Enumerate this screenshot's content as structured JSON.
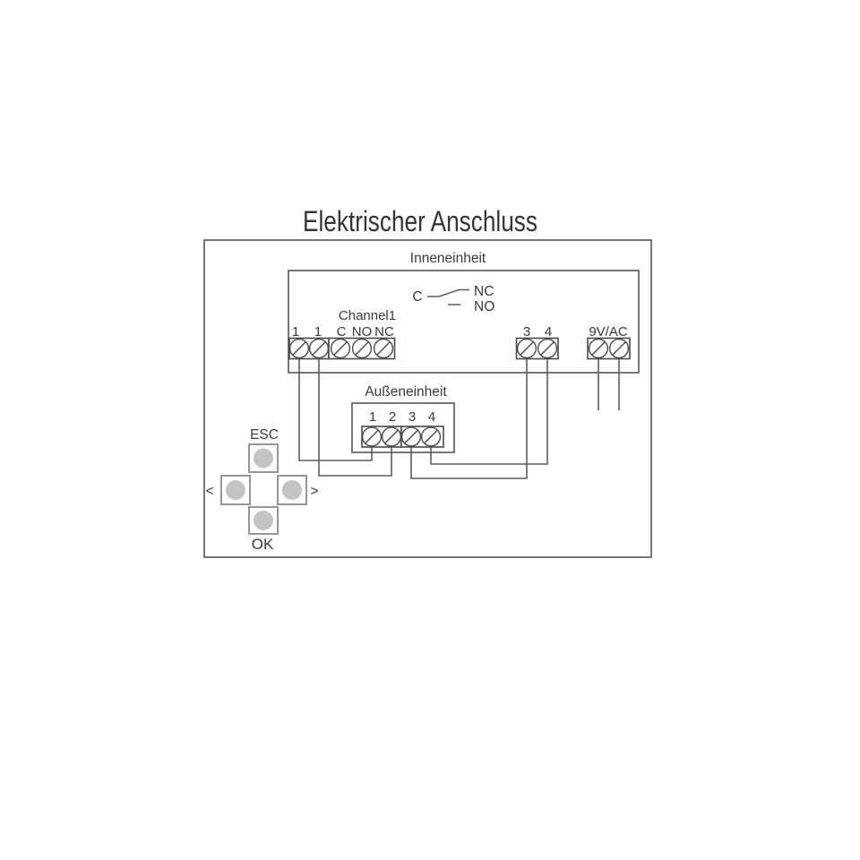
{
  "title": "Elektrischer Anschluss",
  "colors": {
    "line": "#4a4a4a",
    "wire": "#5d5d5d",
    "text": "#3a3a3a",
    "button_fill": "#c4c4c4",
    "button_border": "#979797"
  },
  "inner_unit": {
    "label": "Inneneinheit",
    "relay_symbol": {
      "common_label": "C",
      "nc_label": "NC",
      "no_label": "NO"
    },
    "channel_block": {
      "label": "Channel1",
      "terminal_labels": [
        "1",
        "1",
        "C",
        "NO",
        "NC"
      ]
    },
    "sensor_block": {
      "terminal_labels": [
        "3",
        "4"
      ]
    },
    "power_block": {
      "label": "9V/AC"
    }
  },
  "outdoor_unit": {
    "label": "Außeneinheit",
    "terminal_labels": [
      "1",
      "2",
      "3",
      "4"
    ]
  },
  "keypad": {
    "esc_label": "ESC",
    "left_label": "<",
    "right_label": ">",
    "ok_label": "OK"
  }
}
